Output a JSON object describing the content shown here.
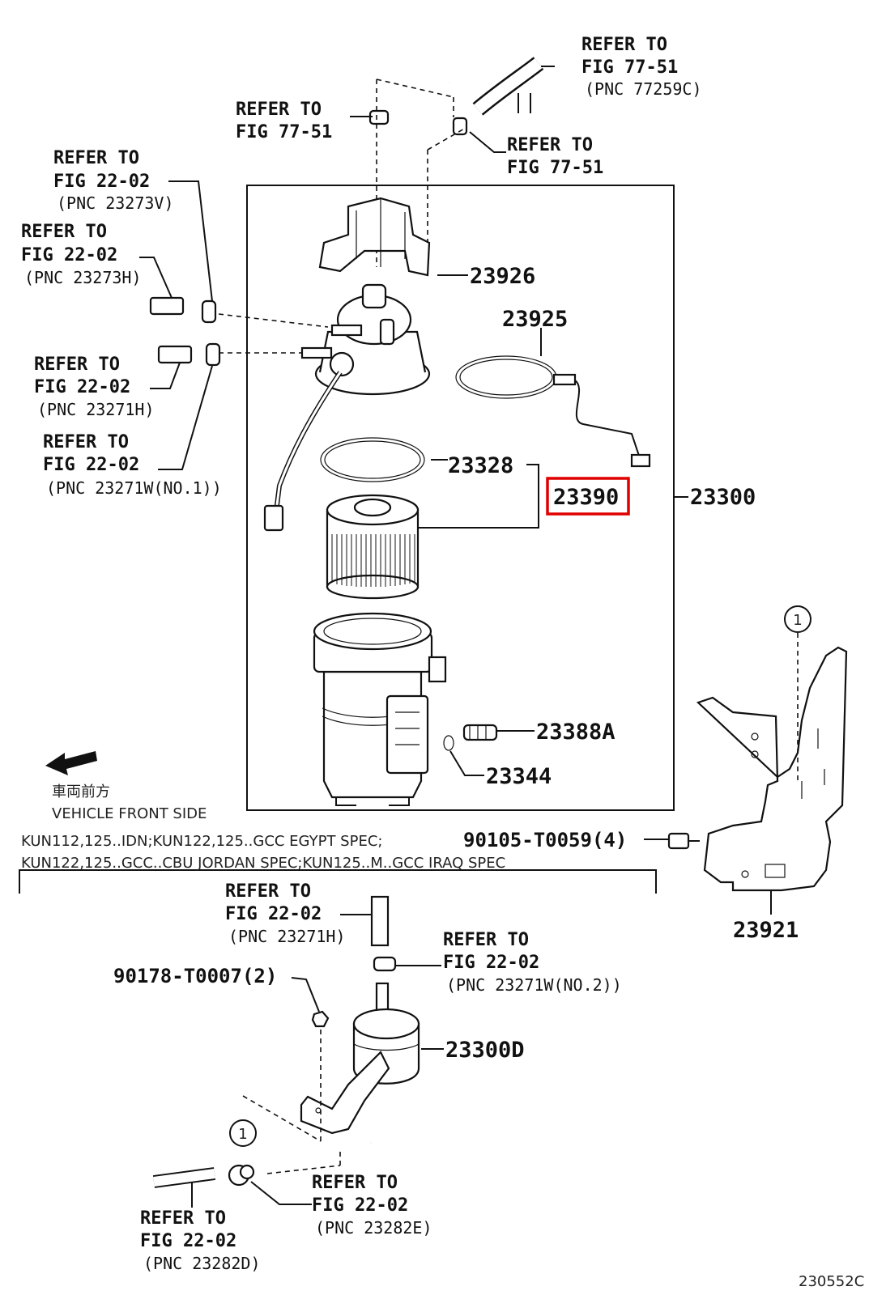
{
  "labels": {
    "ref_77259c": [
      "REFER TO",
      "FIG 77-51",
      "(PNC 77259C)"
    ],
    "ref_77_51_a": [
      "REFER TO",
      "FIG 77-51"
    ],
    "ref_77_51_b": [
      "REFER TO",
      "FIG 77-51"
    ],
    "ref_23273v": [
      "REFER TO",
      "FIG 22-02",
      "(PNC 23273V)"
    ],
    "ref_23273h": [
      "REFER TO",
      "FIG 22-02",
      "(PNC 23273H)"
    ],
    "ref_23271h": [
      "REFER TO",
      "FIG 22-02",
      "(PNC 23271H)"
    ],
    "ref_23271w1": [
      "REFER TO",
      "FIG 22-02",
      "(PNC 23271W(NO.1))"
    ],
    "ref_23271h_b": [
      "REFER TO",
      "FIG 22-02",
      "(PNC 23271H)"
    ],
    "ref_23271w2": [
      "REFER TO",
      "FIG 22-02",
      "(PNC 23271W(NO.2))"
    ],
    "ref_23282e": [
      "REFER TO",
      "FIG 22-02",
      "(PNC 23282E)"
    ],
    "ref_23282d": [
      "REFER TO",
      "FIG 22-02",
      "(PNC 23282D)"
    ]
  },
  "part_numbers": {
    "p23926": "23926",
    "p23925": "23925",
    "p23328": "23328",
    "p23390": "23390",
    "p23300": "23300",
    "p23388a": "23388A",
    "p23344": "23344",
    "p90105": "90105-T0059(4)",
    "p23921": "23921",
    "p90178": "90178-T0007(2)",
    "p23300d": "23300D"
  },
  "highlight_color": "#e00000",
  "direction": {
    "japanese": "車両前方",
    "english": "VEHICLE FRONT SIDE"
  },
  "spec_note": {
    "line1": "KUN112,125..IDN;KUN122,125..GCC EGYPT SPEC;",
    "line2": "KUN122,125..GCC..CBU JORDAN SPEC;KUN125..M..GCC IRAQ SPEC"
  },
  "callout_marker": "1",
  "diagram_id": "230552C"
}
